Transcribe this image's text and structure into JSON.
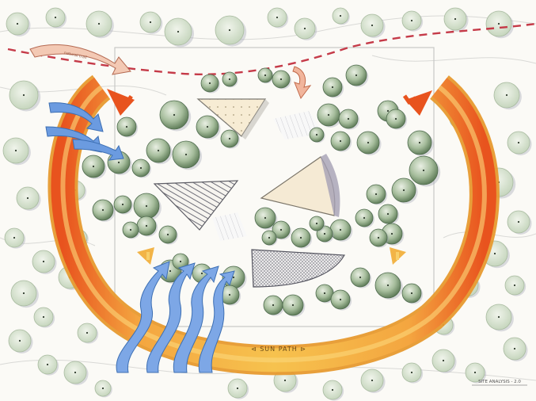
{
  "sheet": {
    "background": "#fbfaf6",
    "title": "SITE ANALYSIS - 2.0"
  },
  "sun_path": {
    "label": "⊲ SUN PATH ⊳",
    "color_outer": "#f2a33a",
    "color_inner": "#f6c24e",
    "color_ends": "#e8531e"
  },
  "wind": {
    "color": "#5b8fd6",
    "color_light": "#9cc0ec"
  },
  "trees": {
    "existing_color": "#7d9a74",
    "existing_dark": "#4f6b4e",
    "background_color": "#c7d8bf"
  },
  "boundary": {
    "line_color": "#c53a48"
  },
  "labels": {
    "path_label": "natural trail"
  },
  "icons": [
    "sun-path-arc",
    "wind-arrow",
    "tree-canopy",
    "view-arrow"
  ]
}
